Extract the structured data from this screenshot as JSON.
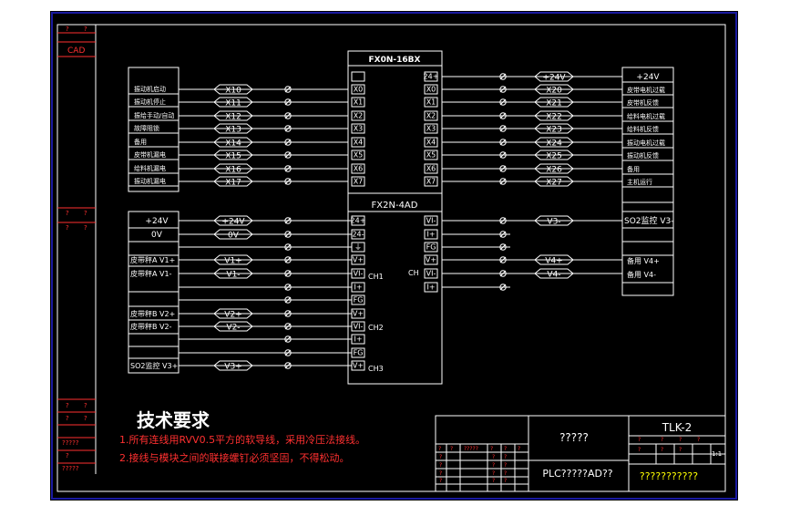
{
  "colors": {
    "background": "#ffffff",
    "drawing_bg": "#000000",
    "frame": "#1a1aa0",
    "line": "#ffffff",
    "text_red": "#ff3030",
    "text_yellow": "#ffff00"
  },
  "left_strip": {
    "top": [
      "?",
      "?",
      "CAD"
    ],
    "middle": [
      "?",
      "?",
      "?",
      "?"
    ],
    "bottom": [
      "?",
      "?",
      "?",
      "?",
      "?????",
      "?",
      "?????"
    ]
  },
  "plc": {
    "title": "FX0N-16BX"
  },
  "left_input_labels": [
    "振动机启动",
    "振动机停止",
    "振给手动/自动",
    "故障阻锁",
    "备用",
    "皮带机漏电",
    "给料机漏电",
    "振动机漏电"
  ],
  "x_inputs": [
    "X10",
    "X11",
    "X12",
    "X13",
    "X14",
    "X15",
    "X16",
    "X17"
  ],
  "plc_left_terminals": [
    "",
    "X0",
    "X1",
    "X2",
    "X3",
    "X4",
    "X5",
    "X6",
    "X7"
  ],
  "plc_right_terminals": [
    "24+",
    "X0",
    "X1",
    "X2",
    "X3",
    "X4",
    "X5",
    "X6",
    "X7"
  ],
  "x_outputs": [
    "+24V",
    "X20",
    "X21",
    "X22",
    "X23",
    "X24",
    "X25",
    "X26",
    "X27"
  ],
  "right_labels": [
    "+24V",
    "皮带电机过载",
    "皮带机反馈",
    "给料电机过载",
    "给料机反馈",
    "振动电机过载",
    "振动机反馈",
    "备用",
    "主机运行"
  ],
  "ad": {
    "title": "FX2N-4AD",
    "left_terminals": [
      "24+",
      "24-",
      "⏚",
      "V+",
      "VI-",
      "I+",
      "FG",
      "V+",
      "VI-",
      "I+",
      "FG",
      "V+"
    ],
    "channel_labels": [
      "CH1",
      "CH2",
      "CH3"
    ],
    "right_terminals": [
      "VI-",
      "I+",
      "FG",
      "V+",
      "VI-",
      "I+"
    ],
    "right_ch_label": "CH"
  },
  "analog_labels": [
    "+24V",
    "0V",
    "皮带秤A V1+",
    "皮带秤A V1-",
    "皮带秤B V2+",
    "皮带秤B V2-",
    "SO2监控 V3+"
  ],
  "analog_signals": [
    "+24V",
    "0V",
    "V1+",
    "V1-",
    "V2+",
    "V2-",
    "V3+"
  ],
  "analog_right_signals": [
    "V3-",
    "V4+",
    "V4-"
  ],
  "analog_right_labels": [
    "SO2监控 V3-",
    "备用 V4+",
    "备用 V4-"
  ],
  "tech": {
    "heading": "技术要求",
    "line1": "1.所有连线用RVV0.5平方的软导线，采用冷压法接线。",
    "line2": "2.接线与模块之间的联接螺钉必须坚固，不得松动。"
  },
  "title_block": {
    "code": "TLK-2",
    "title_q": "?????",
    "sheet_name": "PLC?????AD??",
    "bottom_right": "???????????",
    "scale": "1:1",
    "small_marks": [
      "?",
      "?",
      "?",
      "?",
      "?",
      "?",
      "?",
      "?",
      "?",
      "?",
      "?",
      "?",
      "?",
      "?",
      "?",
      "?",
      "?",
      "?",
      "?",
      "?",
      "?",
      "?",
      "?",
      "?"
    ],
    "row_labels": [
      "?",
      "?",
      "?????",
      "?",
      "?",
      "?"
    ]
  }
}
